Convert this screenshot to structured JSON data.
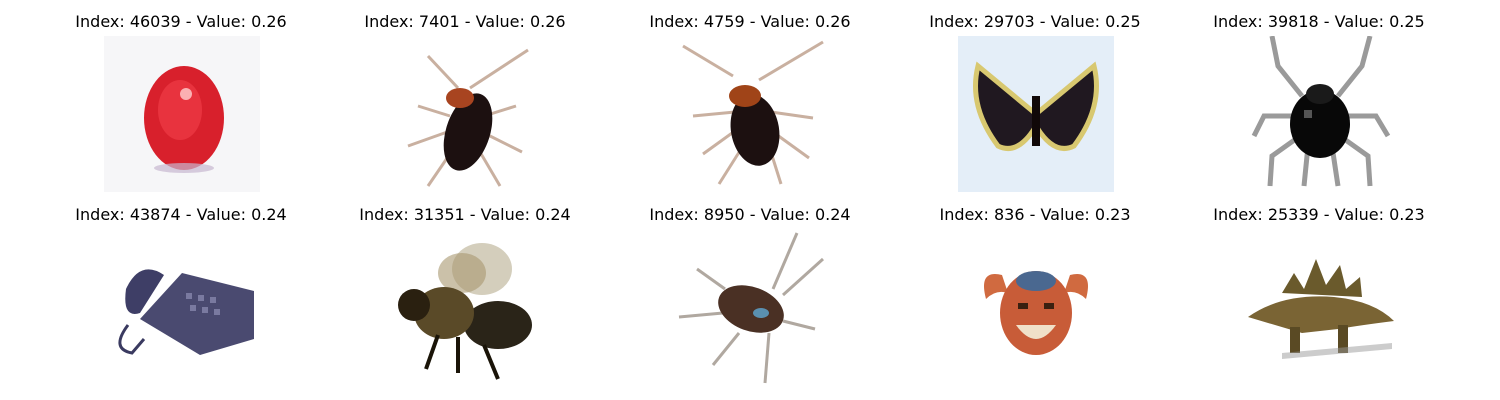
{
  "panels": [
    {
      "title": "Index: 46039 - Value: 0.26",
      "icon": "apple-icon"
    },
    {
      "title": "Index: 7401 - Value: 0.26",
      "icon": "cockroach-icon"
    },
    {
      "title": "Index: 4759 - Value: 0.26",
      "icon": "cockroach-icon"
    },
    {
      "title": "Index: 29703 - Value: 0.25",
      "icon": "butterfly-icon"
    },
    {
      "title": "Index: 39818 - Value: 0.25",
      "icon": "beetle-icon"
    },
    {
      "title": "Index: 43874 - Value: 0.24",
      "icon": "telephone-icon"
    },
    {
      "title": "Index: 31351 - Value: 0.24",
      "icon": "bee-icon"
    },
    {
      "title": "Index: 8950 - Value: 0.24",
      "icon": "cockroach-icon"
    },
    {
      "title": "Index: 836 - Value: 0.23",
      "icon": "crab-icon"
    },
    {
      "title": "Index: 25339 - Value: 0.23",
      "icon": "stegosaurus-icon"
    }
  ]
}
